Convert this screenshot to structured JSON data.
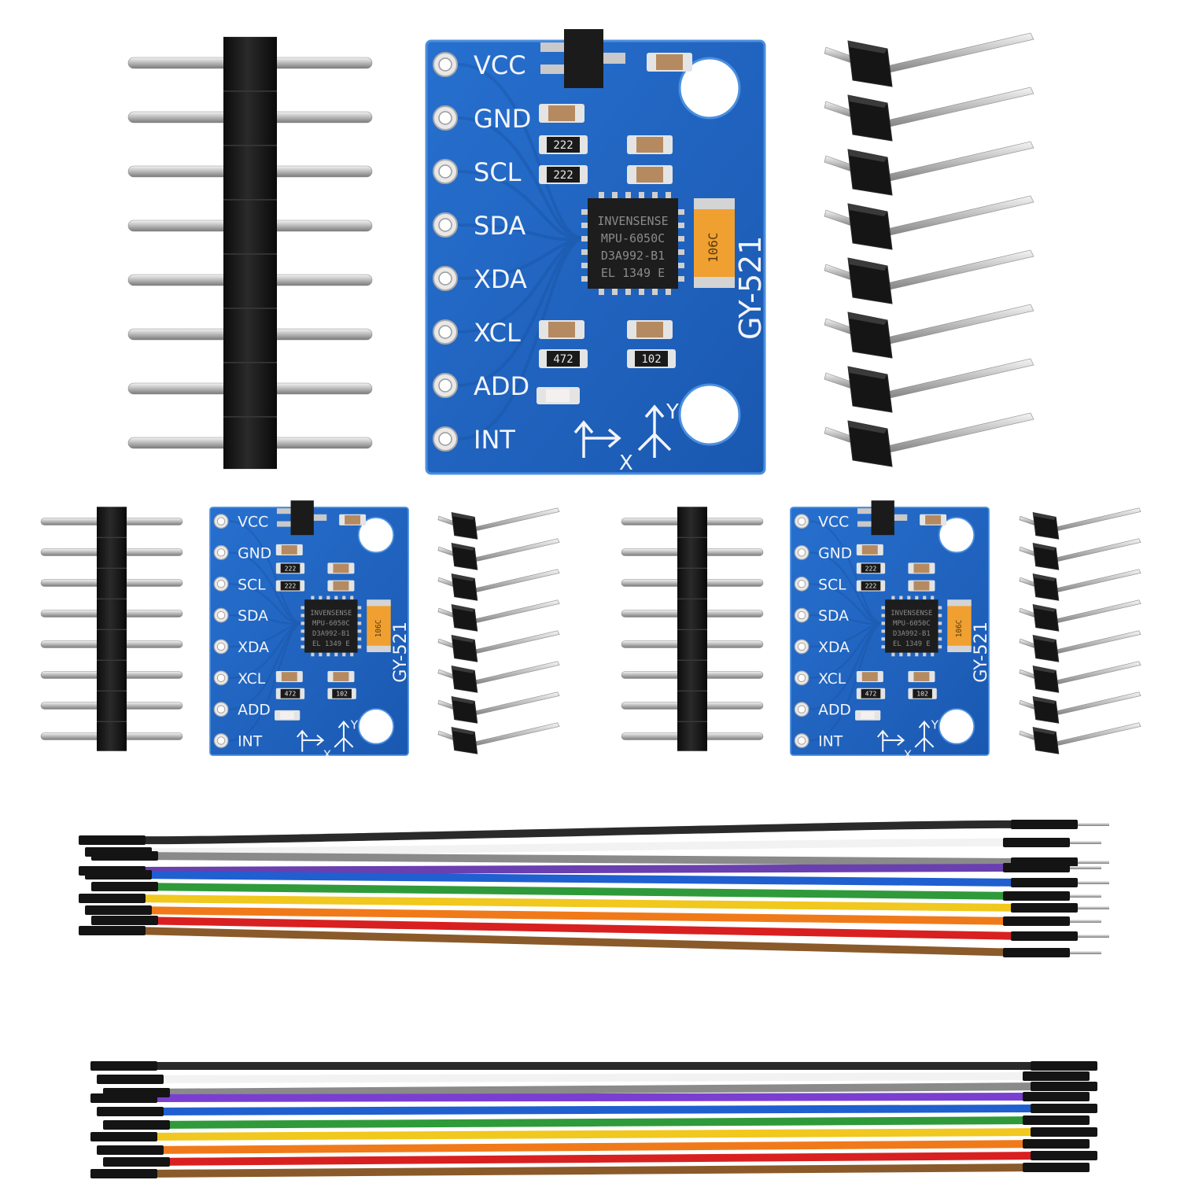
{
  "colors": {
    "pcb": "#1f64c4",
    "pcb_dark": "#164f9e",
    "pcb_edge": "#4a8fe0",
    "header_plastic": "#1a1a1a",
    "pin_metal": "#cfcfcf",
    "background": "#ffffff",
    "ribbon_large": [
      "#2a2a2a",
      "#f2f2f2",
      "#8a8a8a",
      "#6a3fb0",
      "#1f5fd0",
      "#2f9a3a",
      "#f0c81e",
      "#f07a1a",
      "#d82020",
      "#8a5a2a"
    ],
    "ribbon_small": [
      "#2a2a2a",
      "#f2f2f2",
      "#8a8a8a",
      "#7a3fd0",
      "#1f5fd0",
      "#2f9a3a",
      "#f0c81e",
      "#f07a1a",
      "#d82020",
      "#8a5a2a"
    ]
  },
  "board": {
    "pin_labels": [
      "VCC",
      "GND",
      "SCL",
      "SDA",
      "XDA",
      "XCL",
      "ADD",
      "INT"
    ],
    "model": "GY-521",
    "chip_lines": [
      "INVENSENSE",
      "MPU-6050C",
      "D3A992-B1",
      "EL 1349 E"
    ],
    "axis_x": "X",
    "axis_y": "Y",
    "resistor_labels": [
      "222",
      "222",
      "472",
      "102"
    ],
    "tantalum_label": "106C"
  }
}
